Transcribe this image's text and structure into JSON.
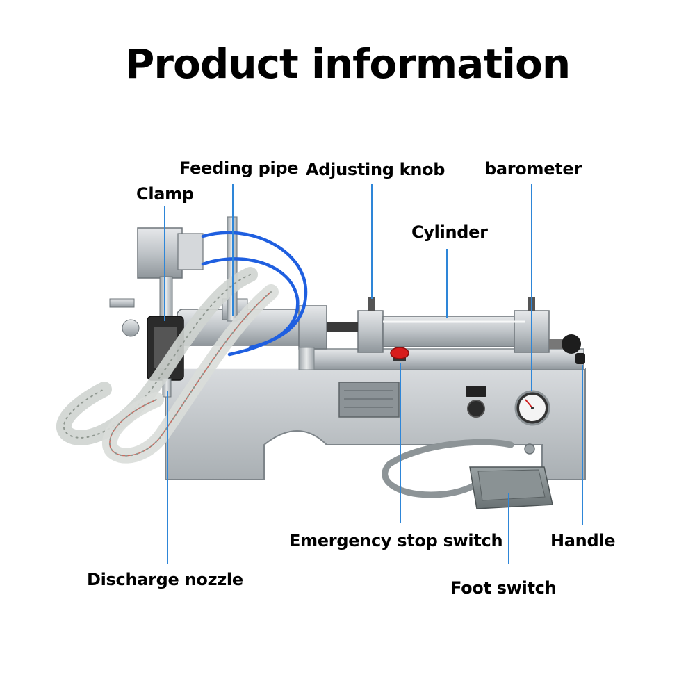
{
  "title": "Product information",
  "labels": {
    "feeding_pipe": "Feeding pipe",
    "adjusting_knob": "Adjusting knob",
    "barometer": "barometer",
    "clamp": "Clamp",
    "cylinder": "Cylinder",
    "emergency_stop_switch": "Emergency stop switch",
    "handle": "Handle",
    "discharge_nozzle": "Discharge nozzle",
    "foot_switch": "Foot switch"
  },
  "colors": {
    "leader_line": "#2e86d8",
    "steel": "#c9cdd0",
    "hose_blue": "#1f5fe0",
    "estop_red": "#d81c1c",
    "pedal_gray": "#7d8587"
  }
}
